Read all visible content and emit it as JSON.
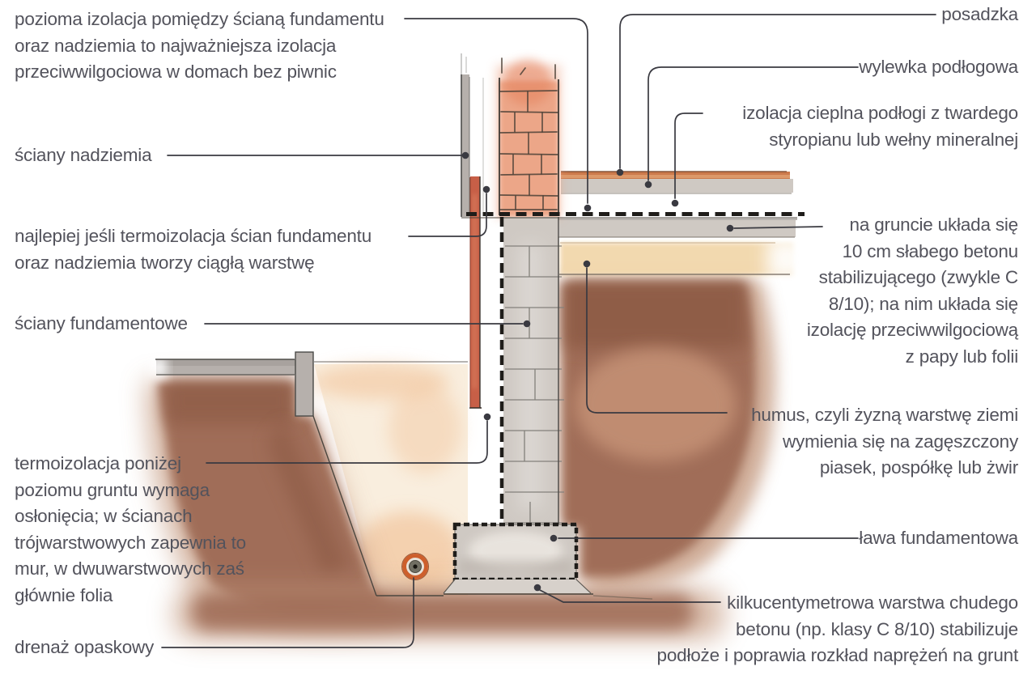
{
  "labels": {
    "left": {
      "pozioma_izolacja": {
        "text": "pozioma izolacja pomiędzy ścianą fundamentu\noraz nadziemia to najważniejsza izolacja\nprzeciwwilgociowa w domach bez piwnic"
      },
      "sciany_nadziemia": {
        "text": "ściany nadziemia"
      },
      "najlepiej_termoizolacja": {
        "text": "najlepiej jeśli termoizolacja ścian fundamentu\noraz nadziemia tworzy ciągłą warstwę"
      },
      "sciany_fundamentowe": {
        "text": "ściany fundamentowe"
      },
      "termoizolacja_ponizej": {
        "text": "termoizolacja poniżej\npoziomu gruntu wymaga\nosłonięcia; w ścianach\ntrójwarstwowych zapewnia to\nmur, w dwuwarstwowych zaś\ngłównie folia"
      },
      "drenaz_opaskowy": {
        "text": "drenaż opaskowy"
      }
    },
    "right": {
      "posadzka": {
        "text": "posadzka"
      },
      "wylewka_podlogowa": {
        "text": "wylewka podłogowa"
      },
      "izolacja_cieplna": {
        "text": "izolacja cieplna podłogi z twardego\nstyropianu lub wełny mineralnej"
      },
      "na_gruncie": {
        "text": "na gruncie układa się\n10 cm słabego betonu\nstabilizującego (zwykle C\n8/10); na nim układa się\nizolację przeciwwilgociową\nz papy lub folii"
      },
      "humus": {
        "text": "humus, czyli żyzną warstwę ziemi\nwymienia się na zagęszczony\npiasek, pospółkę lub żwir"
      },
      "lawa_fundamentowa": {
        "text": "ława fundamentowa"
      },
      "chudy_beton": {
        "text": "kilkucentymetrowa warstwa chudego\nbetonu (np. klasy C 8/10) stabilizuje\npodłoże i poprawia rozkład naprężeń na grunt"
      }
    }
  },
  "colors": {
    "background": "#ffffff",
    "label_text": "#53535c",
    "leader_line": "#3a3a41",
    "membrane": "#1f1d1a",
    "brick": "#eb9d7c",
    "brick_outline": "#4d4238",
    "concrete": "#cfc9c3",
    "insulation_red": "#c75f47",
    "sand": "#f2d7ab",
    "soil": "#9e6b55",
    "soil_light": "#c49a80",
    "soil_dark": "#8a5843",
    "pit": "#f9eede",
    "pit_tint": "#f2c59c",
    "posadzka_orange": "#cc7a4c",
    "drain_orange": "#cd5f2c",
    "gray_band": "#b6b0ac"
  }
}
